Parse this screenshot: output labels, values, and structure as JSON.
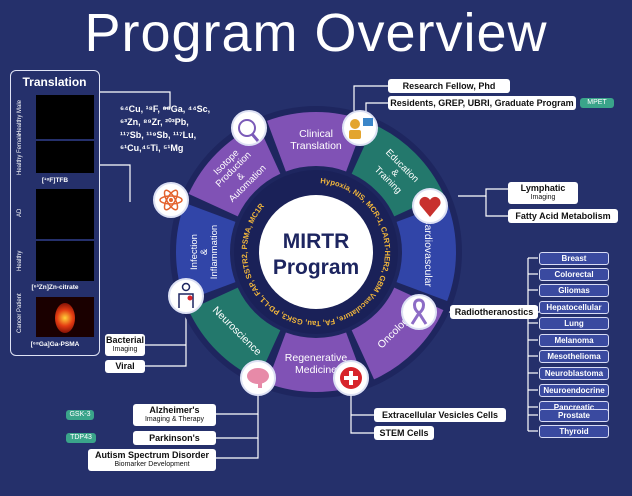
{
  "title": "Program Overview",
  "hub": {
    "line1": "MIRTR",
    "line2": "Program"
  },
  "ring_text": "Hypoxia, NIS, MCR-1, CART-HER2, GBM Vasculature, FA, Tau, GSK3, PD-L1, FAP, SSTR2, PSMA, MC1R",
  "segments": [
    {
      "label": "Clinical Translation",
      "color": "#8052b5"
    },
    {
      "label": "Education & Training",
      "color": "#23786c"
    },
    {
      "label": "Cardiovascular",
      "color": "#3145a8"
    },
    {
      "label": "Oncology",
      "color": "#8052b5"
    },
    {
      "label": "Regenerative Medicine",
      "color": "#8052b5"
    },
    {
      "label": "Neuroscience",
      "color": "#23786c"
    },
    {
      "label": "Infection & Inflammation",
      "color": "#3145a8"
    },
    {
      "label": "Isotope Production & Automation",
      "color": "#8052b5"
    }
  ],
  "isotopes": [
    "⁶⁴Cu, ¹⁸F, ⁶⁸Ga, ⁴⁴Sc,",
    "⁶³Zn, ⁸⁹Zr, ²⁰³Pb,",
    "¹¹⁷Sb, ¹¹⁹Sb, ¹¹⁷Lu,",
    "⁶¹Cu,⁴⁵Ti, ⁵¹Mg"
  ],
  "translation": {
    "title": "Translation",
    "side_labels": [
      "Healthy Male",
      "Healthy Female",
      "AD",
      "Healthy",
      "Cancer Patient"
    ],
    "captions": [
      "[¹⁸F]TFB",
      "[⁶³Zn]Zn-citrate",
      "[⁶⁸Ga]Ga-PSMA"
    ]
  },
  "education": {
    "research_fellow": "Research Fellow, Phd",
    "residents": "Residents, GREP, UBRI, Graduate Program",
    "mpet_tag": "MPET"
  },
  "cardio": {
    "lymphatic": "Lymphatic",
    "lymphatic_sub": "Imaging",
    "fatty_acid": "Fatty Acid Metabolism"
  },
  "oncology": {
    "radiotheranostics": "Radiotheranostics",
    "cancers": [
      "Breast",
      "Colorectal",
      "Gliomas",
      "Hepatocellular",
      "Lung",
      "Melanoma",
      "Mesothelioma",
      "Neuroblastoma",
      "Neuroendocrine",
      "Pancreatic",
      "Prostate",
      "Thyroid"
    ]
  },
  "infection": {
    "bacterial": "Bacterial",
    "bacterial_sub": "Imaging",
    "viral": "Viral"
  },
  "neuro": {
    "alzheimers": "Alzheimer's",
    "alzheimers_sub": "Imaging & Therapy",
    "gsk3_tag": "GSK-3",
    "parkinsons": "Parkinson's",
    "tdp43_tag": "TDP43",
    "autism": "Autism Spectrum Disorder",
    "autism_sub": "Biomarker Development"
  },
  "regen": {
    "extracellular": "Extracellular Vesicles Cells",
    "stem": "STEM Cells"
  },
  "colors": {
    "background": "#25306b",
    "ring": "#1d2560",
    "ring_text": "#f2b73c",
    "tag": "#3aa48a",
    "icon_circle": "#ffffff"
  }
}
